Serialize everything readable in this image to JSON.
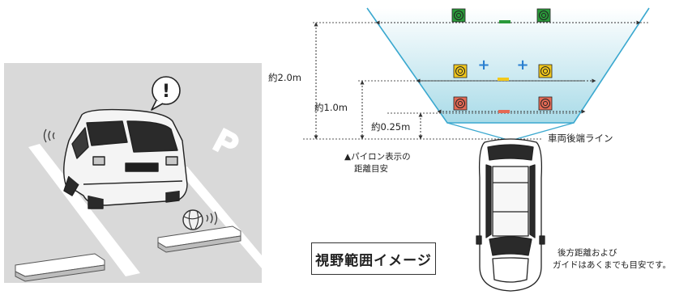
{
  "labels": {
    "dist_2m": "約2.0m",
    "dist_1m": "約1.0m",
    "dist_025m": "約0.25m",
    "rear_end_line": "車両後端ライン",
    "pylon_note_line1": "▲パイロン表示の",
    "pylon_note_line2": "距離目安",
    "fov_title": "視野範囲イメージ",
    "disclaimer_line1": "後方距離および",
    "disclaimer_line2": "ガイドはあくまでも目安です。",
    "alert_symbol": "!"
  },
  "colors": {
    "far_zone": "#2a9a3a",
    "mid_zone": "#f2c81c",
    "near_zone": "#e56a55",
    "guide_plus": "#2a7fd0",
    "fov_fill_top": "#ffffff",
    "fov_fill_bottom": "#a9dbe8",
    "fov_edge": "#3aa8cf",
    "scene_bg": "#d9d9d9"
  },
  "icons": {
    "pylon": "concentric-circle-pylon-icon",
    "alert": "exclamation-speech-bubble-icon",
    "parking": "parking-p-icon",
    "sensor_wave": "sound-wave-icon"
  }
}
